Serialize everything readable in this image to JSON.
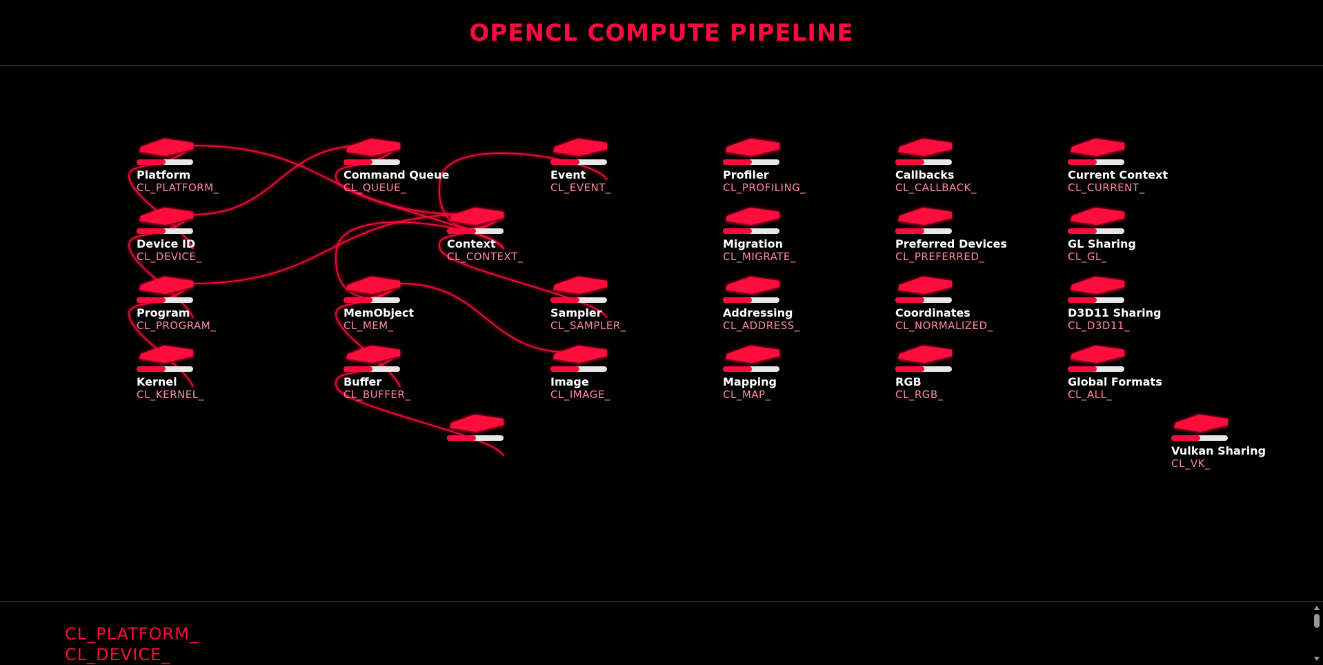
{
  "header": {
    "title": "OPENCL COMPUTE PIPELINE"
  },
  "colors": {
    "accent": "#ff0a3c",
    "code": "#ff8aa0",
    "bar_light": "#e8e8e8",
    "text": "#ffffff",
    "divider": "#5a5a5a"
  },
  "nodes": [
    {
      "id": "platform",
      "title": "Platform",
      "code": "CL_PLATFORM_"
    },
    {
      "id": "device",
      "title": "Device ID",
      "code": "CL_DEVICE_"
    },
    {
      "id": "program",
      "title": "Program",
      "code": "CL_PROGRAM_"
    },
    {
      "id": "kernel",
      "title": "Kernel",
      "code": "CL_KERNEL_"
    },
    {
      "id": "queue",
      "title": "Command Queue",
      "code": "CL_QUEUE_"
    },
    {
      "id": "memobject",
      "title": "MemObject",
      "code": "CL_MEM_"
    },
    {
      "id": "buffer",
      "title": "Buffer",
      "code": "CL_BUFFER_"
    },
    {
      "id": "context",
      "title": "Context",
      "code": "CL_CONTEXT_"
    },
    {
      "id": "unnamed",
      "title": "",
      "code": ""
    },
    {
      "id": "event",
      "title": "Event",
      "code": "CL_EVENT_"
    },
    {
      "id": "sampler",
      "title": "Sampler",
      "code": "CL_SAMPLER_"
    },
    {
      "id": "image",
      "title": "Image",
      "code": "CL_IMAGE_"
    },
    {
      "id": "profiler",
      "title": "Profiler",
      "code": "CL_PROFILING_"
    },
    {
      "id": "migration",
      "title": "Migration",
      "code": "CL_MIGRATE_"
    },
    {
      "id": "addressing",
      "title": "Addressing",
      "code": "CL_ADDRESS_"
    },
    {
      "id": "mapping",
      "title": "Mapping",
      "code": "CL_MAP_"
    },
    {
      "id": "callbacks",
      "title": "Callbacks",
      "code": "CL_CALLBACK_"
    },
    {
      "id": "preferred",
      "title": "Preferred Devices",
      "code": "CL_PREFERRED_"
    },
    {
      "id": "coordinates",
      "title": "Coordinates",
      "code": "CL_NORMALIZED_"
    },
    {
      "id": "rgb",
      "title": "RGB",
      "code": "CL_RGB_"
    },
    {
      "id": "current",
      "title": "Current Context",
      "code": "CL_CURRENT_"
    },
    {
      "id": "glsharing",
      "title": "GL Sharing",
      "code": "CL_GL_"
    },
    {
      "id": "d3d11",
      "title": "D3D11 Sharing",
      "code": "CL_D3D11_"
    },
    {
      "id": "globalformats",
      "title": "Global Formats",
      "code": "CL_ALL_"
    },
    {
      "id": "vulkan",
      "title": "Vulkan Sharing",
      "code": "CL_VK_"
    }
  ],
  "links": [
    [
      "platform",
      "device"
    ],
    [
      "platform",
      "context"
    ],
    [
      "device",
      "program"
    ],
    [
      "device",
      "context"
    ],
    [
      "device",
      "queue"
    ],
    [
      "program",
      "kernel"
    ],
    [
      "program",
      "context"
    ],
    [
      "queue",
      "context"
    ],
    [
      "queue",
      "event"
    ],
    [
      "memobject",
      "context"
    ],
    [
      "memobject",
      "buffer"
    ],
    [
      "memobject",
      "image"
    ],
    [
      "buffer",
      "unnamed"
    ],
    [
      "context",
      "event"
    ],
    [
      "context",
      "sampler"
    ]
  ],
  "footer": {
    "lines": [
      "CL_PLATFORM_",
      "CL_DEVICE_"
    ]
  }
}
